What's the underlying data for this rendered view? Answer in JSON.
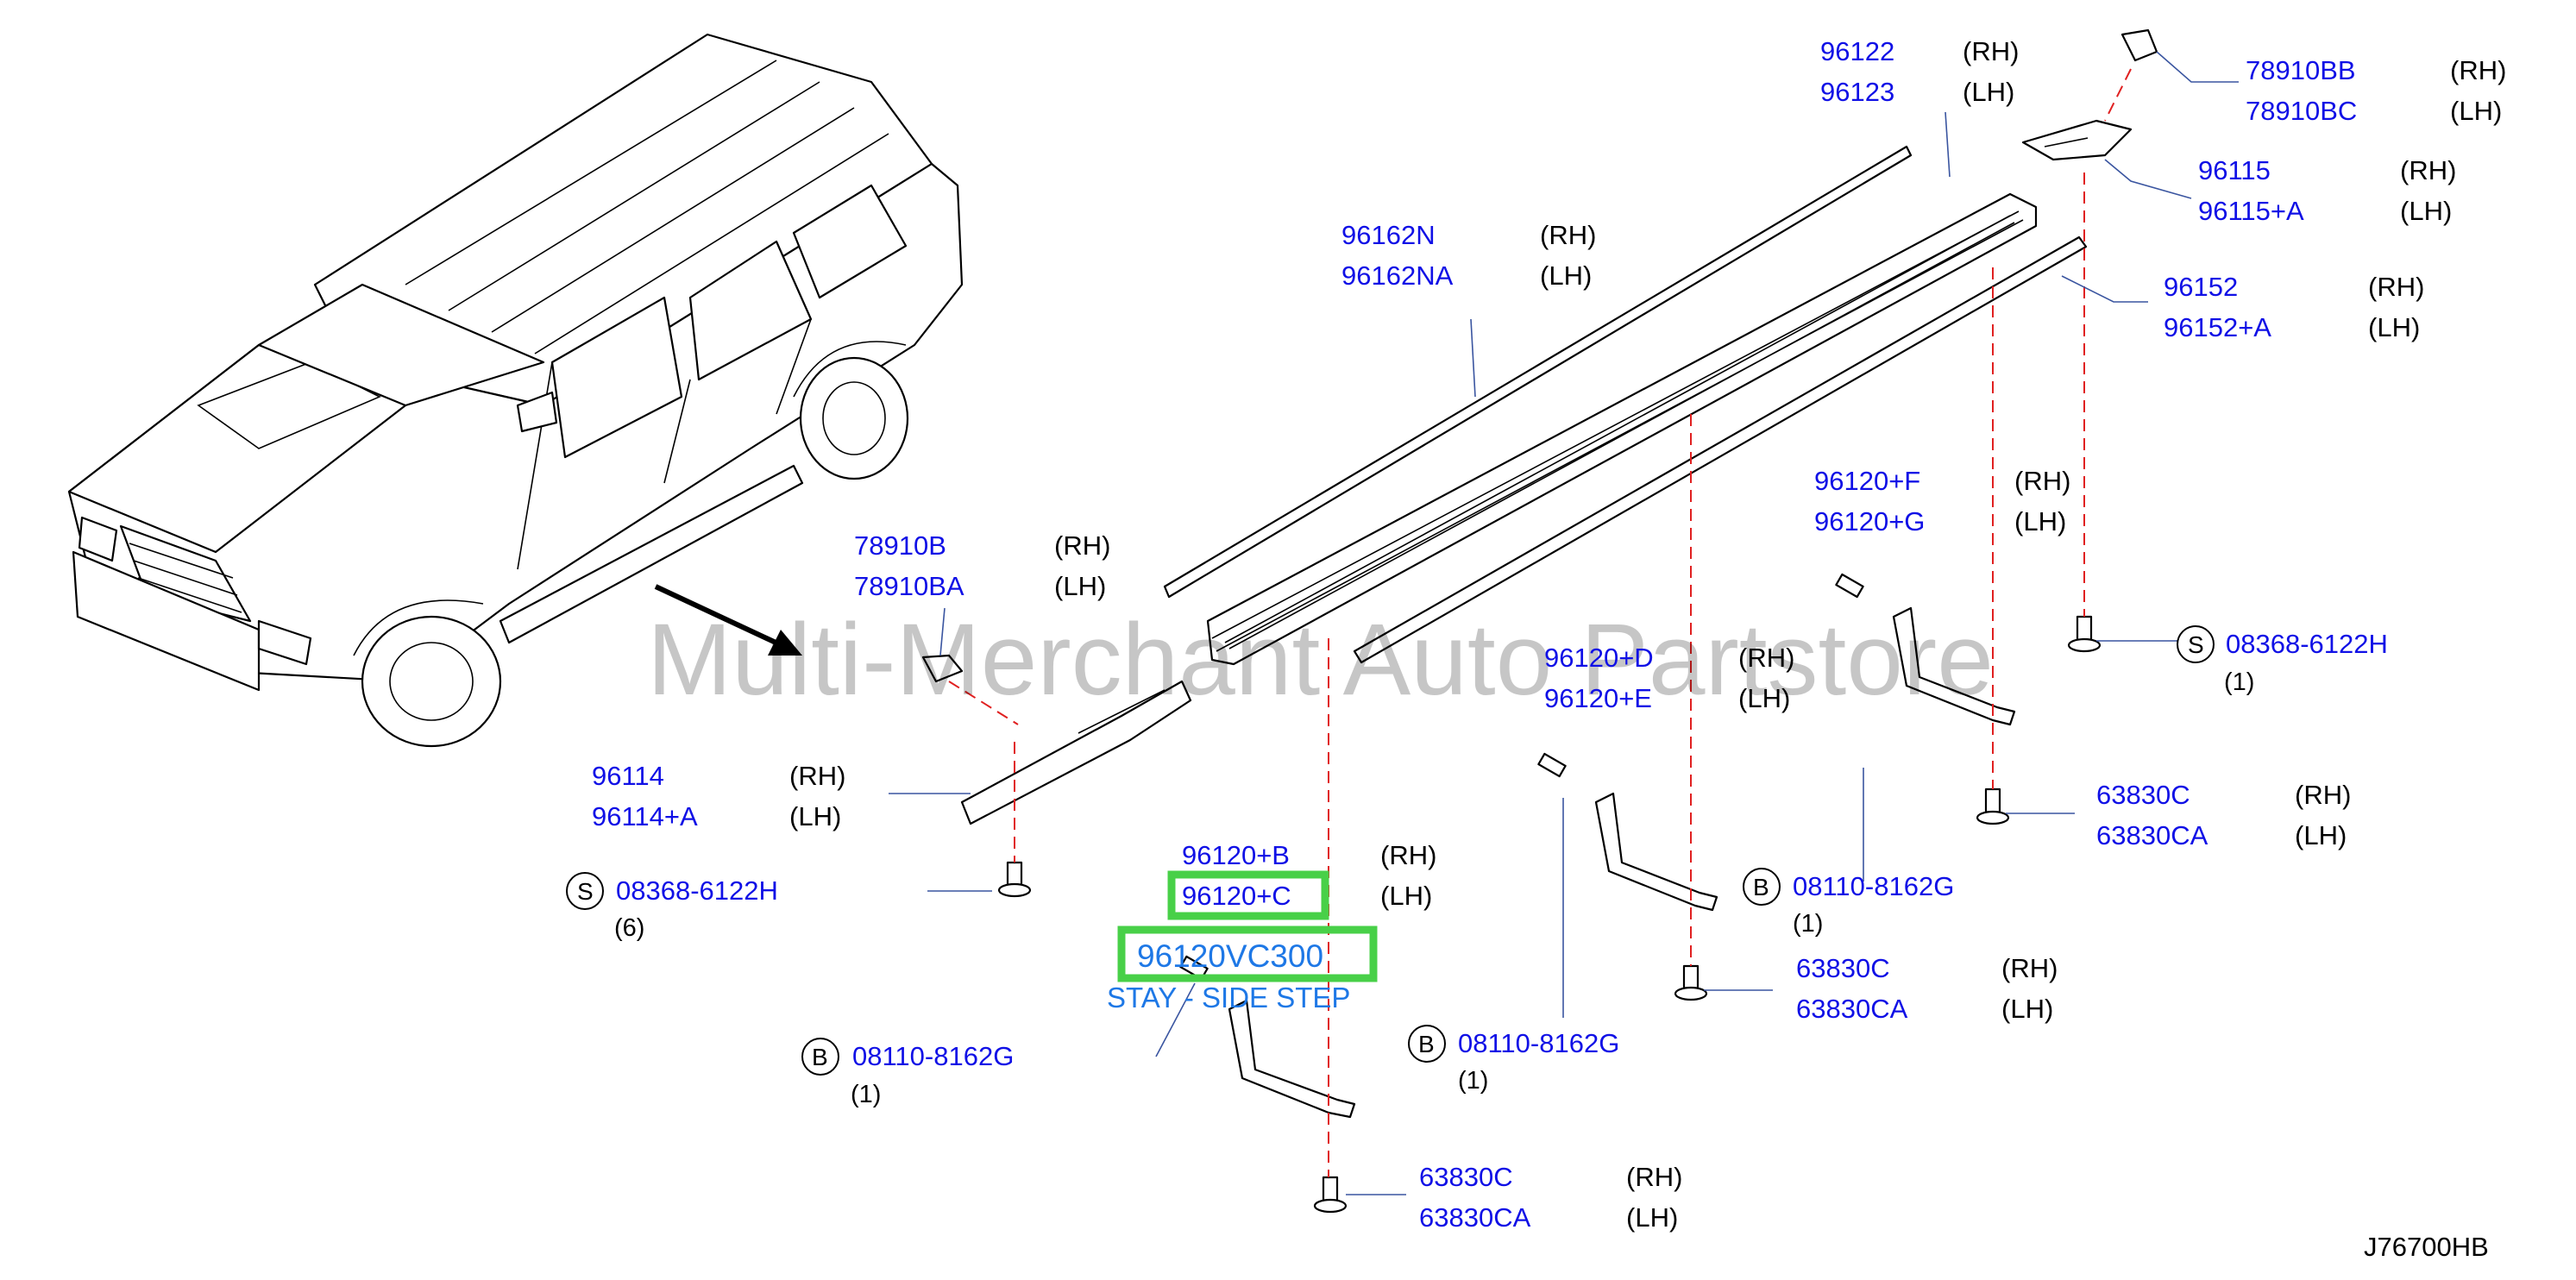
{
  "watermark": "Multi-Merchant Auto Partstore",
  "diagram_code": "J76700HB",
  "highlight": {
    "part_number": "96120VC300",
    "description": "STAY - SIDE STEP"
  },
  "labels": {
    "l96122": {
      "num": "96122",
      "side": "(RH)"
    },
    "l96123": {
      "num": "96123",
      "side": "(LH)"
    },
    "l78910BB": {
      "num": "78910BB",
      "side": "(RH)"
    },
    "l78910BC": {
      "num": "78910BC",
      "side": "(LH)"
    },
    "l96115": {
      "num": "96115",
      "side": "(RH)"
    },
    "l96115A": {
      "num": "96115+A",
      "side": "(LH)"
    },
    "l96162N": {
      "num": "96162N",
      "side": "(RH)"
    },
    "l96162NA": {
      "num": "96162NA",
      "side": "(LH)"
    },
    "l96152": {
      "num": "96152",
      "side": "(RH)"
    },
    "l96152A": {
      "num": "96152+A",
      "side": "(LH)"
    },
    "l96120F": {
      "num": "96120+F",
      "side": "(RH)"
    },
    "l96120G": {
      "num": "96120+G",
      "side": "(LH)"
    },
    "l78910B": {
      "num": "78910B",
      "side": "(RH)"
    },
    "l78910BA": {
      "num": "78910BA",
      "side": "(LH)"
    },
    "l96120D": {
      "num": "96120+D",
      "side": "(RH)"
    },
    "l96120E": {
      "num": "96120+E",
      "side": "(LH)"
    },
    "l96114": {
      "num": "96114",
      "side": "(RH)"
    },
    "l96114A": {
      "num": "96114+A",
      "side": "(LH)"
    },
    "l96120B": {
      "num": "96120+B",
      "side": "(RH)"
    },
    "l96120C": {
      "num": "96120+C",
      "side": "(LH)"
    },
    "l63830C_a": {
      "num": "63830C",
      "side": "(RH)"
    },
    "l63830CA_a": {
      "num": "63830CA",
      "side": "(LH)"
    },
    "l63830C_b": {
      "num": "63830C",
      "side": "(RH)"
    },
    "l63830CA_b": {
      "num": "63830CA",
      "side": "(LH)"
    },
    "l63830C_c": {
      "num": "63830C",
      "side": "(RH)"
    },
    "l63830CA_c": {
      "num": "63830CA",
      "side": "(LH)"
    }
  },
  "fasteners": {
    "s_right": {
      "symbol": "S",
      "num": "08368-6122H",
      "qty": "(1)"
    },
    "s_left": {
      "symbol": "S",
      "num": "08368-6122H",
      "qty": "(6)"
    },
    "b_right": {
      "symbol": "B",
      "num": "08110-8162G",
      "qty": "(1)"
    },
    "b_mid": {
      "symbol": "B",
      "num": "08110-8162G",
      "qty": "(1)"
    },
    "b_left": {
      "symbol": "B",
      "num": "08110-8162G",
      "qty": "(1)"
    }
  },
  "colors": {
    "part_number": "#1010e6",
    "highlight_box": "#48d048",
    "highlight_text": "#1e78e6",
    "dashed_line": "#e02020"
  }
}
